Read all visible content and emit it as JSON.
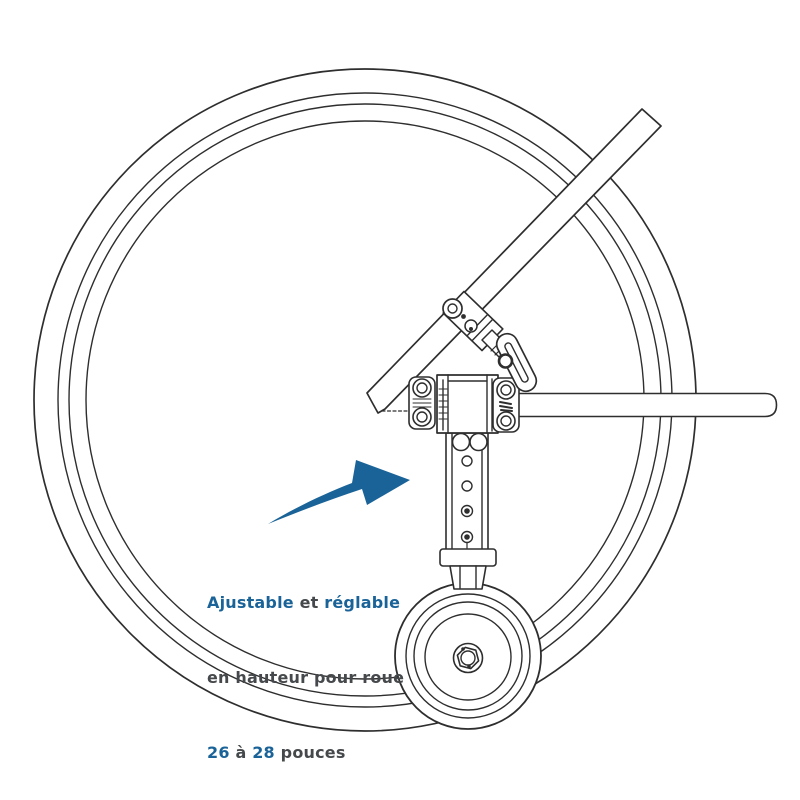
{
  "page": {
    "background": "#ffffff"
  },
  "colors": {
    "accent_blue": "#1a6398",
    "text_gray": "#46494c",
    "ink": "#2e2e2e",
    "paper": "#ffffff"
  },
  "icons": {
    "pointer_arrow": "curved-swoosh-arrow"
  },
  "caption": {
    "line1_word1": "Ajustable",
    "line1_sep1": " et ",
    "line1_word2": "réglable",
    "line2": "en hauteur pour roue",
    "line3_num1": "26",
    "line3_sep1": " à ",
    "line3_num2": "28",
    "line3_word1": " pouces"
  }
}
